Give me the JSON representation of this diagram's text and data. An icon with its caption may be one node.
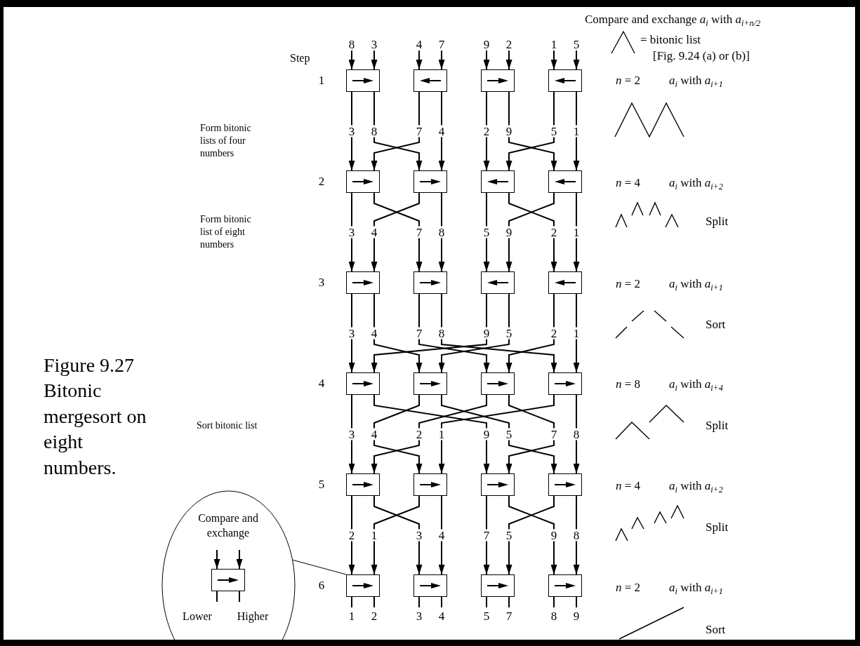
{
  "diagram": {
    "caption": "Figure 9.27 Bitonic mergesort on eight numbers.",
    "nodes": [
      {
        "text": [],
        "shape": "box"
      },
      {
        "text": [],
        "shape": "box"
      },
      {
        "text": [],
        "shape": "box"
      },
      {
        "text": [],
        "shape": "box"
      },
      {
        "text": [],
        "shape": "box"
      },
      {
        "text": [],
        "shape": "box"
      },
      {
        "text": [],
        "shape": "box"
      },
      {
        "text": [],
        "shape": "box"
      },
      {
        "text": [],
        "shape": "box"
      },
      {
        "text": [],
        "shape": "box"
      },
      {
        "text": [],
        "shape": "box"
      },
      {
        "text": [],
        "shape": "box"
      },
      {
        "text": [],
        "shape": "box"
      },
      {
        "text": [],
        "shape": "box"
      },
      {
        "text": [],
        "shape": "box"
      },
      {
        "text": [],
        "shape": "box"
      },
      {
        "text": [],
        "shape": "box"
      },
      {
        "text": [],
        "shape": "box"
      },
      {
        "text": [],
        "shape": "box"
      },
      {
        "text": [],
        "shape": "box"
      },
      {
        "text": [],
        "shape": "box"
      },
      {
        "text": [],
        "shape": "box"
      },
      {
        "text": [],
        "shape": "box"
      },
      {
        "text": [],
        "shape": "box"
      },
      {
        "text": [
          "Compare and exchange",
          "Lower",
          "Higher"
        ]
      },
      {
        "text": [],
        "shape": "box",
        "in": 24
      }
    ],
    "edges": [
      {
        "from": null,
        "to": 0,
        "arrow": "to",
        "label": "8"
      },
      {
        "from": null,
        "to": 0,
        "arrow": "to",
        "label": "3"
      },
      {
        "from": null,
        "to": 1,
        "arrow": "to",
        "label": "4"
      },
      {
        "from": null,
        "to": 1,
        "arrow": "to",
        "label": "7"
      },
      {
        "from": null,
        "to": 2,
        "arrow": "to",
        "label": "9"
      },
      {
        "from": null,
        "to": 2,
        "arrow": "to",
        "label": "2"
      },
      {
        "from": null,
        "to": 3,
        "arrow": "to",
        "label": "1"
      },
      {
        "from": null,
        "to": 3,
        "arrow": "to",
        "label": "5"
      },
      {
        "from": 0,
        "to": 4,
        "arrow": "to",
        "label": "3"
      },
      {
        "from": 0,
        "to": 5,
        "arrow": "to",
        "label": "8"
      },
      {
        "from": 1,
        "to": 4,
        "arrow": "to",
        "label": "7"
      },
      {
        "from": 1,
        "to": 5,
        "arrow": "to",
        "label": "4"
      },
      {
        "from": 2,
        "to": 6,
        "arrow": "to",
        "label": "2"
      },
      {
        "from": 2,
        "to": 7,
        "arrow": "to",
        "label": "9"
      },
      {
        "from": 3,
        "to": 6,
        "arrow": "to",
        "label": "5"
      },
      {
        "from": 3,
        "to": 7,
        "arrow": "to",
        "label": "1"
      },
      {
        "from": 4,
        "to": 8,
        "arrow": "to",
        "label": "3"
      },
      {
        "from": 5,
        "to": 8,
        "arrow": "to",
        "label": "4"
      },
      {
        "from": 4,
        "to": 9,
        "arrow": "to",
        "label": "7"
      },
      {
        "from": 5,
        "to": 9,
        "arrow": "to",
        "label": "8"
      },
      {
        "from": 6,
        "to": 10,
        "arrow": "to",
        "label": "5"
      },
      {
        "from": 7,
        "to": 10,
        "arrow": "to",
        "label": "9"
      },
      {
        "from": 6,
        "to": 11,
        "arrow": "to",
        "label": "2"
      },
      {
        "from": 7,
        "to": 11,
        "arrow": "to",
        "label": "1"
      },
      {
        "from": 8,
        "to": 12,
        "arrow": "to",
        "label": "3"
      },
      {
        "from": 8,
        "to": 13,
        "arrow": "to",
        "label": "4"
      },
      {
        "from": 9,
        "to": 14,
        "arrow": "to",
        "label": "7"
      },
      {
        "from": 9,
        "to": 15,
        "arrow": "to",
        "label": "8"
      },
      {
        "from": 10,
        "to": 12,
        "arrow": "to",
        "label": "9"
      },
      {
        "from": 10,
        "to": 13,
        "arrow": "to",
        "label": "5"
      },
      {
        "from": 11,
        "to": 14,
        "arrow": "to",
        "label": "2"
      },
      {
        "from": 11,
        "to": 15,
        "arrow": "to",
        "label": "1"
      },
      {
        "from": 12,
        "to": 16,
        "arrow": "to",
        "label": "3"
      },
      {
        "from": 13,
        "to": 17,
        "arrow": "to",
        "label": "4"
      },
      {
        "from": 14,
        "to": 16,
        "arrow": "to",
        "label": "2"
      },
      {
        "from": 15,
        "to": 17,
        "arrow": "to",
        "label": "1"
      },
      {
        "from": 12,
        "to": 18,
        "arrow": "to",
        "label": "9"
      },
      {
        "from": 13,
        "to": 19,
        "arrow": "to",
        "label": "5"
      },
      {
        "from": 14,
        "to": 18,
        "arrow": "to",
        "label": "7"
      },
      {
        "from": 15,
        "to": 19,
        "arrow": "to",
        "label": "8"
      },
      {
        "from": 16,
        "to": 20,
        "arrow": "to",
        "label": "2"
      },
      {
        "from": 17,
        "to": 20,
        "arrow": "to",
        "label": "1"
      },
      {
        "from": 16,
        "to": 21,
        "arrow": "to",
        "label": "3"
      },
      {
        "from": 17,
        "to": 21,
        "arrow": "to",
        "label": "4"
      },
      {
        "from": 18,
        "to": 22,
        "arrow": "to",
        "label": "7"
      },
      {
        "from": 19,
        "to": 22,
        "arrow": "to",
        "label": "5"
      },
      {
        "from": 18,
        "to": 23,
        "arrow": "to",
        "label": "9"
      },
      {
        "from": 19,
        "to": 23,
        "arrow": "to",
        "label": "8"
      },
      {
        "from": 20,
        "to": null,
        "arrow": "none",
        "label": "1"
      },
      {
        "from": 20,
        "to": null,
        "arrow": "none",
        "label": "2"
      },
      {
        "from": 21,
        "to": null,
        "arrow": "none",
        "label": "3"
      },
      {
        "from": 21,
        "to": null,
        "arrow": "none",
        "label": "4"
      },
      {
        "from": 22,
        "to": null,
        "arrow": "none",
        "label": "5"
      },
      {
        "from": 22,
        "to": null,
        "arrow": "none",
        "label": "7"
      },
      {
        "from": 23,
        "to": null,
        "arrow": "none",
        "label": "8"
      },
      {
        "from": 23,
        "to": null,
        "arrow": "none",
        "label": "9"
      },
      {
        "from": null,
        "to": 25,
        "arrow": "to"
      },
      {
        "from": null,
        "to": 25,
        "arrow": "to"
      },
      {
        "from": 25,
        "to": null,
        "arrow": "none"
      },
      {
        "from": 25,
        "to": null,
        "arrow": "none"
      },
      {
        "from": 24,
        "to": 20,
        "arrow": "none"
      }
    ],
    "labels": [
      "Compare and exchange *a*$_{i}$ with *a*$_{i+n/2}$",
      "Step",
      "[Fig. 9.24 (a) or (b)]",
      "1",
      "*n* = 2",
      "*a*$_{i}$ with *a*$_{i+1}$",
      "Form bitonic lists of four numbers",
      "2",
      "*n* = 4",
      "*a*$_{i}$ with *a*$_{i+2}$",
      "Split",
      "Form bitonic list of eight numbers",
      "3",
      "*n* = 2",
      "*a*$_{i}$ with *a*$_{i+1}$",
      "Sort",
      "4",
      "*n* = 8",
      "*a*$_{i}$ with *a*$_{i+4}$",
      "Sort bitonic list",
      "Split",
      "5",
      "*n* = 4",
      "*a*$_{i}$ with *a*$_{i+2}$",
      "Split",
      "6",
      "*n* = 2",
      "*a*$_{i}$ with *a*$_{i+1}$",
      "Sort"
    ],
    "legend": [
      {
        "text": "= bitonic list"
      }
    ]
  }
}
